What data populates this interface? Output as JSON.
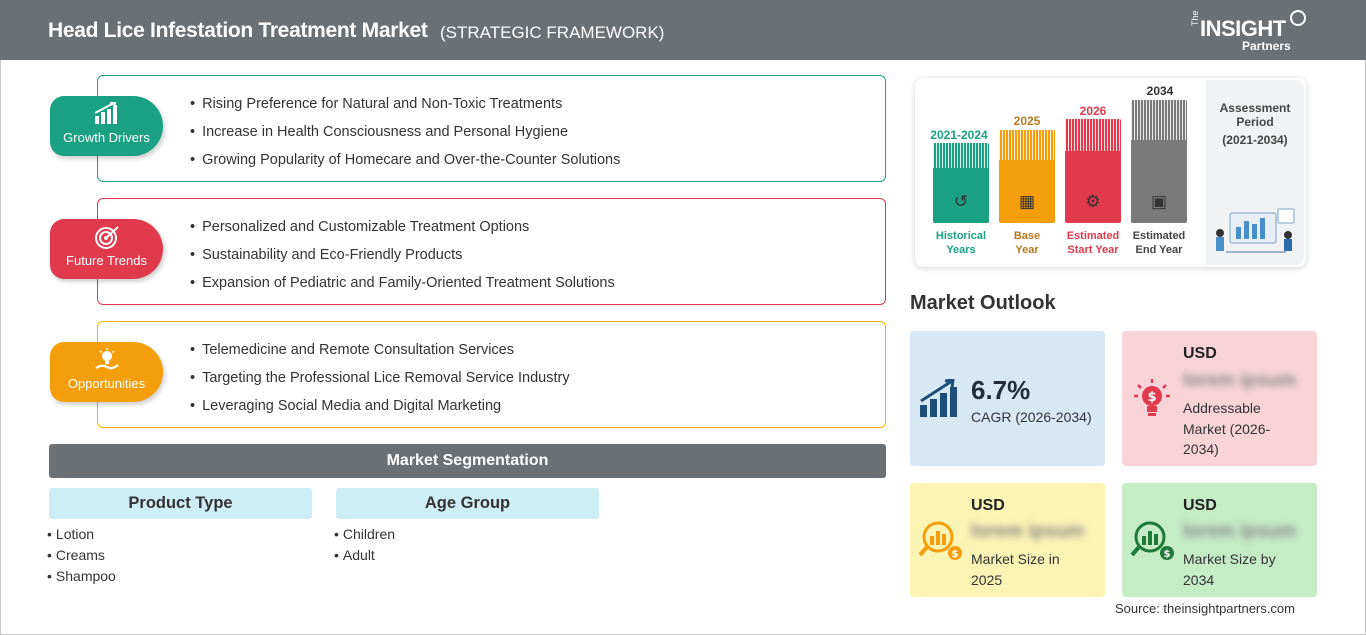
{
  "header": {
    "title": "Head Lice Infestation Treatment Market",
    "subtitle": "(STRATEGIC FRAMEWORK)",
    "logo": {
      "the": "The",
      "name": "INSIGHT",
      "partners": "Partners"
    }
  },
  "colors": {
    "growth": "#1aa181",
    "trends": "#e23a4d",
    "opportunities": "#f59e0b",
    "header": "#6b7075"
  },
  "framework": [
    {
      "label": "Growth Drivers",
      "icon": "bar-chart-icon",
      "items": [
        "Rising Preference for Natural and Non-Toxic Treatments",
        "Increase in Health Consciousness and Personal Hygiene",
        "Growing Popularity of Homecare and Over-the-Counter Solutions"
      ]
    },
    {
      "label": "Future Trends",
      "icon": "target-icon",
      "items": [
        "Personalized and Customizable Treatment Options",
        "Sustainability and Eco-Friendly Products",
        "Expansion of Pediatric and Family-Oriented Treatment Solutions"
      ]
    },
    {
      "label": "Opportunities",
      "icon": "lightbulb-hand-icon",
      "items": [
        "Telemedicine and Remote Consultation Services",
        "Targeting the Professional Lice Removal Service Industry",
        "Leveraging Social Media and Digital Marketing"
      ]
    }
  ],
  "segmentation": {
    "title": "Market Segmentation",
    "groups": [
      {
        "heading": "Product Type",
        "items": [
          "Lotion",
          "Creams",
          "Shampoo"
        ]
      },
      {
        "heading": "Age Group",
        "items": [
          "Children",
          "Adult"
        ]
      }
    ]
  },
  "timeline": {
    "columns": [
      {
        "year": "2021-2024",
        "label1": "Historical",
        "label2": "Years",
        "color": "#1aa181",
        "icon": "history-icon"
      },
      {
        "year": "2025",
        "label1": "Base",
        "label2": "Year",
        "color": "#f59e0b",
        "icon": "calendar-icon"
      },
      {
        "year": "2026",
        "label1": "Estimated",
        "label2": "Start Year",
        "color": "#e23a4d",
        "icon": "dashboard-icon"
      },
      {
        "year": "2034",
        "label1": "Estimated",
        "label2": "End Year",
        "color": "#7a7a7a",
        "icon": "presentation-icon"
      }
    ],
    "assessment": {
      "label1": "Assessment",
      "label2": "Period",
      "range": "(2021-2034)"
    }
  },
  "outlook": {
    "title": "Market Outlook",
    "cagr": {
      "value": "6.7%",
      "label": "CAGR (2026-2034)",
      "color": "#d5e8f4"
    },
    "addressable": {
      "currency": "USD",
      "value": "lorem ipsum",
      "label1": "Addressable",
      "label2": "Market (2026-",
      "label3": "2034)",
      "color": "#f8d4d9"
    },
    "size2025": {
      "currency": "USD",
      "value": "lorem ipsum",
      "label1": "Market Size in",
      "label2": "2025",
      "color": "#fbf4b4"
    },
    "size2034": {
      "currency": "USD",
      "value": "lorem ipsum",
      "label1": "Market Size by",
      "label2": "2034",
      "color": "#c4ecc5"
    }
  },
  "source": "Source: theinsightpartners.com"
}
